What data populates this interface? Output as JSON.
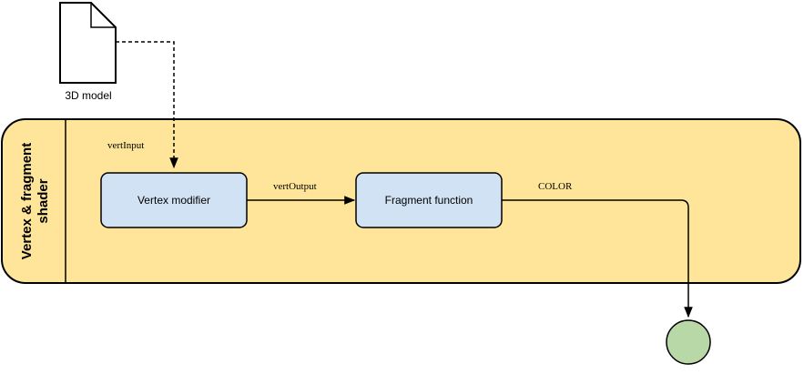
{
  "diagram": {
    "file_label": "3D model",
    "pool_title_line1": "Vertex & fragment",
    "pool_title_line2": "shader",
    "vertex_modifier_label": "Vertex modifier",
    "fragment_function_label": "Fragment function",
    "edge_vert_input": "vertInput",
    "edge_vert_output": "vertOutput",
    "edge_color": "COLOR"
  },
  "colors": {
    "pool_fill": "#ffe599",
    "box_fill": "#d0e2f3",
    "end_fill": "#b8d8a8",
    "stroke": "#000000"
  }
}
